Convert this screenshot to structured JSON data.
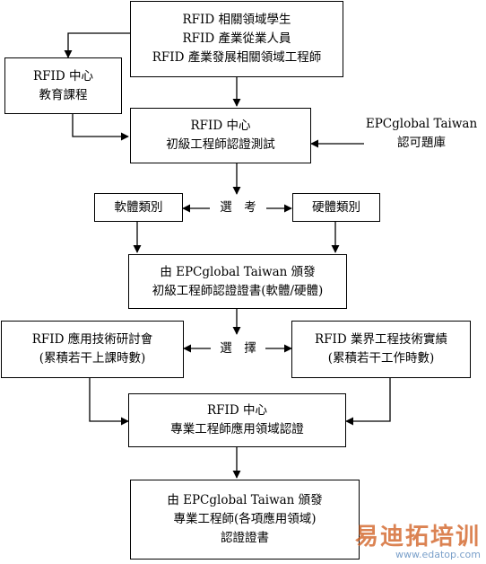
{
  "nodes": {
    "candidates": {
      "lines": [
        "RFID 相關領域學生",
        "RFID 產業從業人員",
        "RFID 產業發展相關領域工程師"
      ]
    },
    "rfid_center_course": {
      "lines": [
        "RFID 中心",
        "教育課程"
      ]
    },
    "junior_exam": {
      "lines": [
        "RFID 中心",
        "初級工程師認證測試"
      ]
    },
    "question_bank": {
      "lines": [
        "EPCglobal Taiwan",
        "認可題庫"
      ]
    },
    "software_category": {
      "lines": [
        "軟體類別"
      ]
    },
    "exam_choice": {
      "lines": [
        "選　考"
      ]
    },
    "hardware_category": {
      "lines": [
        "硬體類別"
      ]
    },
    "junior_certificate": {
      "lines": [
        "由 EPCglobal Taiwan 頒發",
        "初級工程師認證證書(軟體/硬體)"
      ]
    },
    "seminar": {
      "lines": [
        "RFID 應用技術研討會",
        "(累積若干上課時數)"
      ]
    },
    "choose": {
      "lines": [
        "選　擇"
      ]
    },
    "industry_practice": {
      "lines": [
        "RFID 業界工程技術實績",
        "(累積若干工作時數)"
      ]
    },
    "professional_cert_exam": {
      "lines": [
        "RFID 中心",
        "專業工程師應用領域認證"
      ]
    },
    "professional_certificate": {
      "lines": [
        "由 EPCglobal Taiwan 頒發",
        "專業工程師(各項應用領域)",
        "認證證書"
      ]
    }
  },
  "watermark": {
    "brand": "易迪拓培训",
    "url": "www.edatop.com"
  }
}
